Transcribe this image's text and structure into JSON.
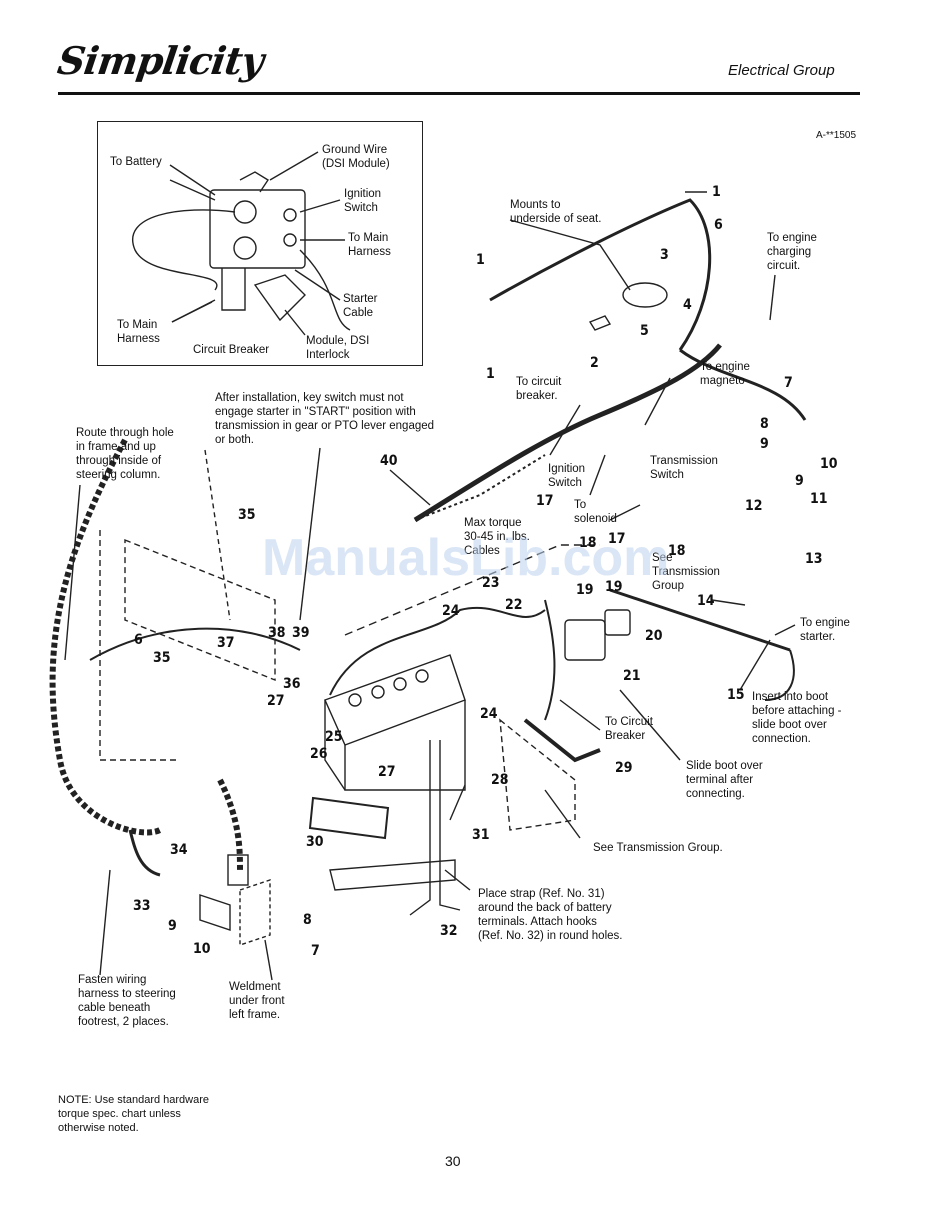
{
  "header": {
    "brand": "Simplicity",
    "section": "Electrical Group",
    "figure_id": "A-**1505"
  },
  "inset_labels": {
    "to_battery": "To Battery",
    "ground_wire": "Ground Wire\n(DSI Module)",
    "ignition_switch": "Ignition\nSwitch",
    "to_main_harness_right": "To Main\nHarness",
    "starter_cable": "Starter\nCable",
    "to_main_harness_left": "To Main\nHarness",
    "circuit_breaker": "Circuit Breaker",
    "module_dsi": "Module, DSI\nInterlock"
  },
  "callouts": {
    "mounts": "Mounts to\nunderside of seat.",
    "to_engine_charging": "To engine\ncharging\ncircuit.",
    "to_engine_magneto": "To engine\nmagneto",
    "to_circuit_breaker_top": "To circuit\nbreaker.",
    "after_install": "After installation, key switch must not\nengage starter in \"START\" position with\ntransmission in gear or PTO lever engaged\nor both.",
    "route": "Route through hole\nin frame and up\nthrough inside of\nsteering column.",
    "ignition_switch": "Ignition\nSwitch",
    "transmission_switch": "Transmission\nSwitch",
    "to_solenoid": "To\nsolenoid",
    "max_torque": "Max torque\n30-45 in. lbs.\nCables",
    "see_transmission_group_1": "See\nTransmission\nGroup",
    "to_engine_starter": "To engine\nstarter.",
    "insert_boot": "Insert into boot\nbefore attaching -\nslide boot over\nconnection.",
    "to_circuit_breaker_mid": "To Circuit\nBreaker",
    "slide_boot": "Slide boot over\nterminal after\nconnecting.",
    "see_transmission_group_2": "See Transmission Group.",
    "place_strap": "Place strap (Ref. No. 31)\naround the back of battery\nterminals. Attach hooks\n(Ref. No. 32) in round holes.",
    "fasten_wiring": "Fasten wiring\nharness to steering\ncable beneath\nfootrest, 2 places.",
    "weldment": "Weldment\nunder front\nleft frame."
  },
  "part_numbers": {
    "n1": "1",
    "n2": "2",
    "n3": "3",
    "n4": "4",
    "n5": "5",
    "n6": "6",
    "n7": "7",
    "n8": "8",
    "n9": "9",
    "n10": "10",
    "n11": "11",
    "n12": "12",
    "n13": "13",
    "n14": "14",
    "n15": "15",
    "n17": "17",
    "n18": "18",
    "n19": "19",
    "n20": "20",
    "n21": "21",
    "n22": "22",
    "n23": "23",
    "n24": "24",
    "n25": "25",
    "n26": "26",
    "n27": "27",
    "n28": "28",
    "n29": "29",
    "n30": "30",
    "n31": "31",
    "n32": "32",
    "n33": "33",
    "n34": "34",
    "n35": "35",
    "n36": "36",
    "n37": "37",
    "n38": "38",
    "n39": "39",
    "n40": "40"
  },
  "watermark": "ManualsLib.com",
  "note": "NOTE: Use standard hardware\ntorque spec. chart unless\notherwise noted.",
  "page_number": "30"
}
